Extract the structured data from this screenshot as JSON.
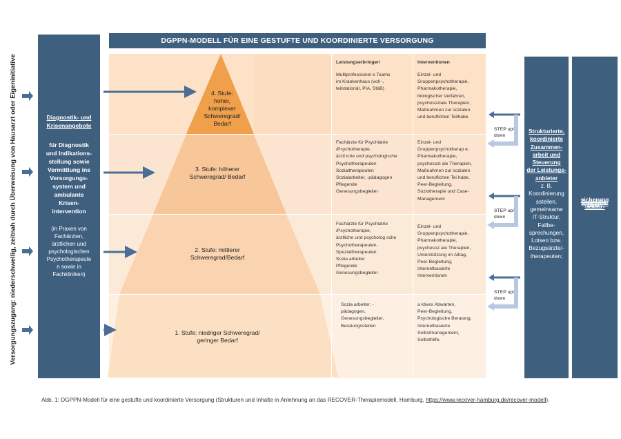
{
  "title": "DGPPN-MODELL FÜR EINE GESTUFTE UND KOORDINIERTE VERSORGUNG",
  "vertical_label": "Versorgungszugang: niederschwellig, zeitnah durch Überweisung von Hausarzt oder Eigeninitiative",
  "left_column": {
    "heading_line1": "Diagnostik- und",
    "heading_line2": "Krisenangebote",
    "body": [
      "für Diagnostik",
      "und Indikations-",
      "stellung sowie",
      "Vermittlung ins",
      "Versorgungs-",
      "system und",
      "ambulante",
      "Krisen-",
      "intervention"
    ],
    "note": [
      "(in Praxen von",
      "Fachärzten,",
      "ärztlichen und",
      "psychologischen",
      "Psychotherapeute",
      "n sowie in",
      "Fachkliniken)"
    ]
  },
  "right_column_coordination": {
    "heading": [
      "Strukturierte,",
      "koordinierte",
      "Zusammen-",
      "arbeit und",
      "Steuerung",
      "der Leistungs-",
      "anbieter"
    ],
    "body": [
      "z. B.",
      "Koordinierung",
      "sstellen,",
      "gemeinsame",
      "IT-Struktur,",
      "Fallbe-",
      "sprechungen,",
      "Lotsen bzw.",
      "Bezugsärzte/-",
      "therapeuten;"
    ]
  },
  "right_column_quality": [
    "Sektor-",
    "über-",
    "greifende",
    "Qualitäts-",
    "sicherung"
  ],
  "table_headers": {
    "providers": "Leistungserbringer/",
    "interventions": "Interventionen"
  },
  "stages": [
    {
      "label": [
        "4. Stufe:",
        "hoher,",
        "komplexer",
        "Schweregrad/",
        "Bedarf"
      ],
      "providers": [
        "Multiprofessionel e Teams",
        "im Krankenhaus (voll -,",
        "teilstationär, PIA, StäB)"
      ],
      "interventions": [
        "Einzel- und",
        "Gruppenpsychotherapie,",
        "Pharmakotherapie,",
        "biologischer Verfahren,",
        "psychosoziale Therapien,",
        "Maßnahmen zur sozialen",
        "und beruflichen Teilhabe"
      ]
    },
    {
      "label": [
        "3. Stufe: höherer",
        "Schweregrad/ Bedarf"
      ],
      "providers": [
        "Fachärzte für Psychiatrie",
        "/Psychotherapie,",
        "ärztl iche und psychologische",
        "Psychotherapeuten",
        "Sozialtherapeuten",
        "Sozialarbeiter, -pädagogen",
        "Pflegende",
        "Genesungsbegleiter"
      ],
      "interventions": [
        "Einzel- und",
        "Gruppenpsychotherap e,",
        "Pharmakotherapie,",
        "psychosozi ale Therapien,",
        "Maßnahmen zur sozialen",
        "und beruflichen Tei habe,",
        "Peer-Begleitung,",
        "Soziotherapie und Case-",
        "Management"
      ]
    },
    {
      "label": [
        "2. Stufe: mittlerer",
        "Schweregrad/Bedarf"
      ],
      "providers": [
        "Fachärzte für Psychiatrie",
        "/Psychotherapie,",
        "ärztliche und psycholog sche",
        "Psychotherapeuten,",
        "Spezialtherapeuten",
        "Sozia arbeiter",
        "Pflegende",
        "Genesungsbegleiter"
      ],
      "interventions": [
        "Einzel- und",
        "Gruppenpsychotherapie,",
        "Pharmakotherapie,",
        "psychosoz ale Therapien,",
        "Unterstützung im Alltag,",
        "Peer-Begleitung,",
        "Internetbasierte",
        "Interventionen"
      ]
    },
    {
      "label": [
        "1. Stufe: niedriger Schweregrad/",
        "geringer Bedarf"
      ],
      "providers": [
        "Sozia arbeiter, -",
        "pädagogen,",
        "Genesungsbegleiter,",
        "Beratungsstellen"
      ],
      "interventions": [
        "a ktives Abwarten,",
        "Peer-Begleitung,",
        "Psychologische Beratung,",
        "Internetbasierte",
        "Selbstmanagement,",
        "Selbsthilfe,"
      ]
    }
  ],
  "step_label": [
    "STEP up/",
    "down"
  ],
  "caption_text": "Abb. 1: DGPPN-Modell für eine gestufte und koordinierte Versorgung (Strukturen und Inhalte in Anlehnung an das RECOVER-Therapiemodell, Hamburg,",
  "caption_link": "https://www.recover-hamburg.de/recover-modell",
  "caption_end": ").",
  "colors": {
    "dark_blue": "#3f5f7f",
    "stage4": "#f0a04b",
    "stage3": "#f7c699",
    "stage2": "#fad4b0",
    "stage1": "#fce3cc",
    "arrow_blue": "#4a6d96",
    "light_arrow": "#b9c8e2"
  }
}
